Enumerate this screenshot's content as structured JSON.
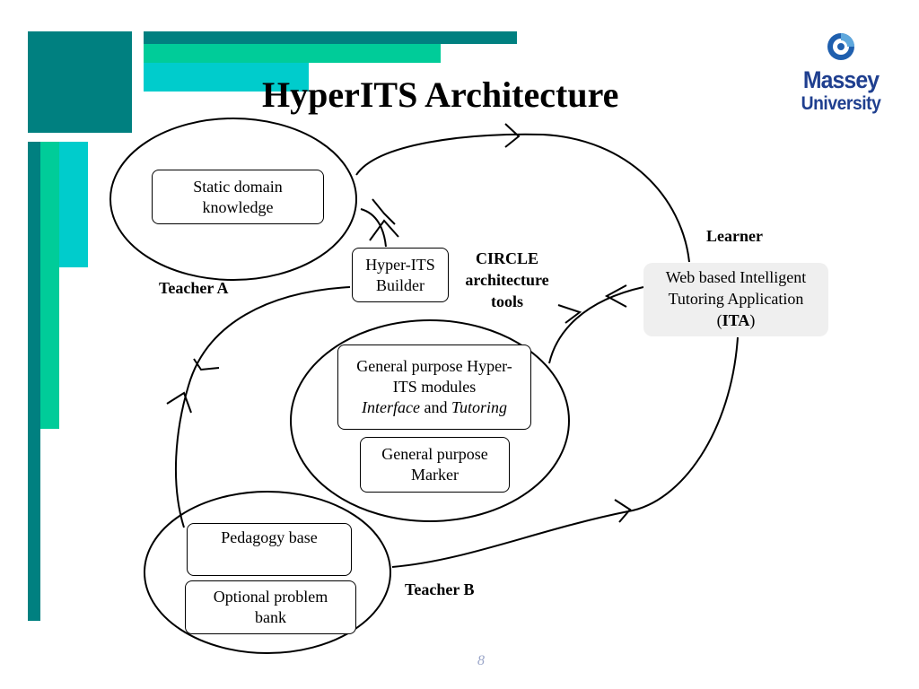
{
  "title": "HyperITS Architecture",
  "logo": {
    "line1": "Massey",
    "line2": "University"
  },
  "colors": {
    "teal_dark": "#008080",
    "green": "#00cc99",
    "cyan": "#00cccc",
    "logo_blue": "#1f3f8f"
  },
  "boxes": {
    "static_domain": [
      "Static domain",
      "knowledge"
    ],
    "hyper_its_builder": [
      "Hyper-ITS",
      "Builder"
    ],
    "general_modules": {
      "line1": "General purpose Hyper-",
      "line2": "ITS modules",
      "line3_a": "Interface",
      "line3_and": " and ",
      "line3_b": "Tutoring"
    },
    "general_marker": [
      "General purpose",
      "Marker"
    ],
    "pedagogy": "Pedagogy base",
    "problem_bank": [
      "Optional problem",
      "bank"
    ],
    "ita": {
      "line1": "Web based Intelligent",
      "line2": "Tutoring Application",
      "open": "(",
      "bold": "ITA",
      "close": ")"
    }
  },
  "labels": {
    "teacher_a": "Teacher A",
    "teacher_b": "Teacher B",
    "learner": "Learner",
    "circle": [
      "CIRCLE",
      "architecture",
      "tools"
    ]
  },
  "page_number": "8"
}
